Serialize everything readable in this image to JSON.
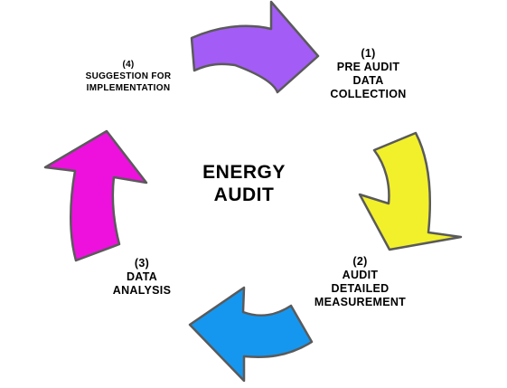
{
  "center": {
    "line1": "ENERGY",
    "line2": "AUDIT"
  },
  "steps": [
    {
      "number": "(1)",
      "lines": [
        "PRE AUDIT",
        "DATA",
        "COLLECTION"
      ],
      "color": "#a35cf5"
    },
    {
      "number": "(2)",
      "lines": [
        "AUDIT",
        "DETAILED",
        "MEASUREMENT"
      ],
      "color": "#f2f02a"
    },
    {
      "number": "(3)",
      "lines": [
        "DATA",
        "ANALYSIS"
      ],
      "color": "#1597ef"
    },
    {
      "number": "(4)",
      "lines": [
        "SUGGESTION FOR",
        "IMPLEMENTATION"
      ],
      "color": "#ee11dd"
    }
  ],
  "arrows": [
    {
      "icon": "curved-arrow-right-icon",
      "color": "#a35cf5"
    },
    {
      "icon": "curved-arrow-down-icon",
      "color": "#f2f02a"
    },
    {
      "icon": "curved-arrow-left-icon",
      "color": "#1597ef"
    },
    {
      "icon": "curved-arrow-up-icon",
      "color": "#ee11dd"
    }
  ],
  "outline_color": "#5a5a5a"
}
